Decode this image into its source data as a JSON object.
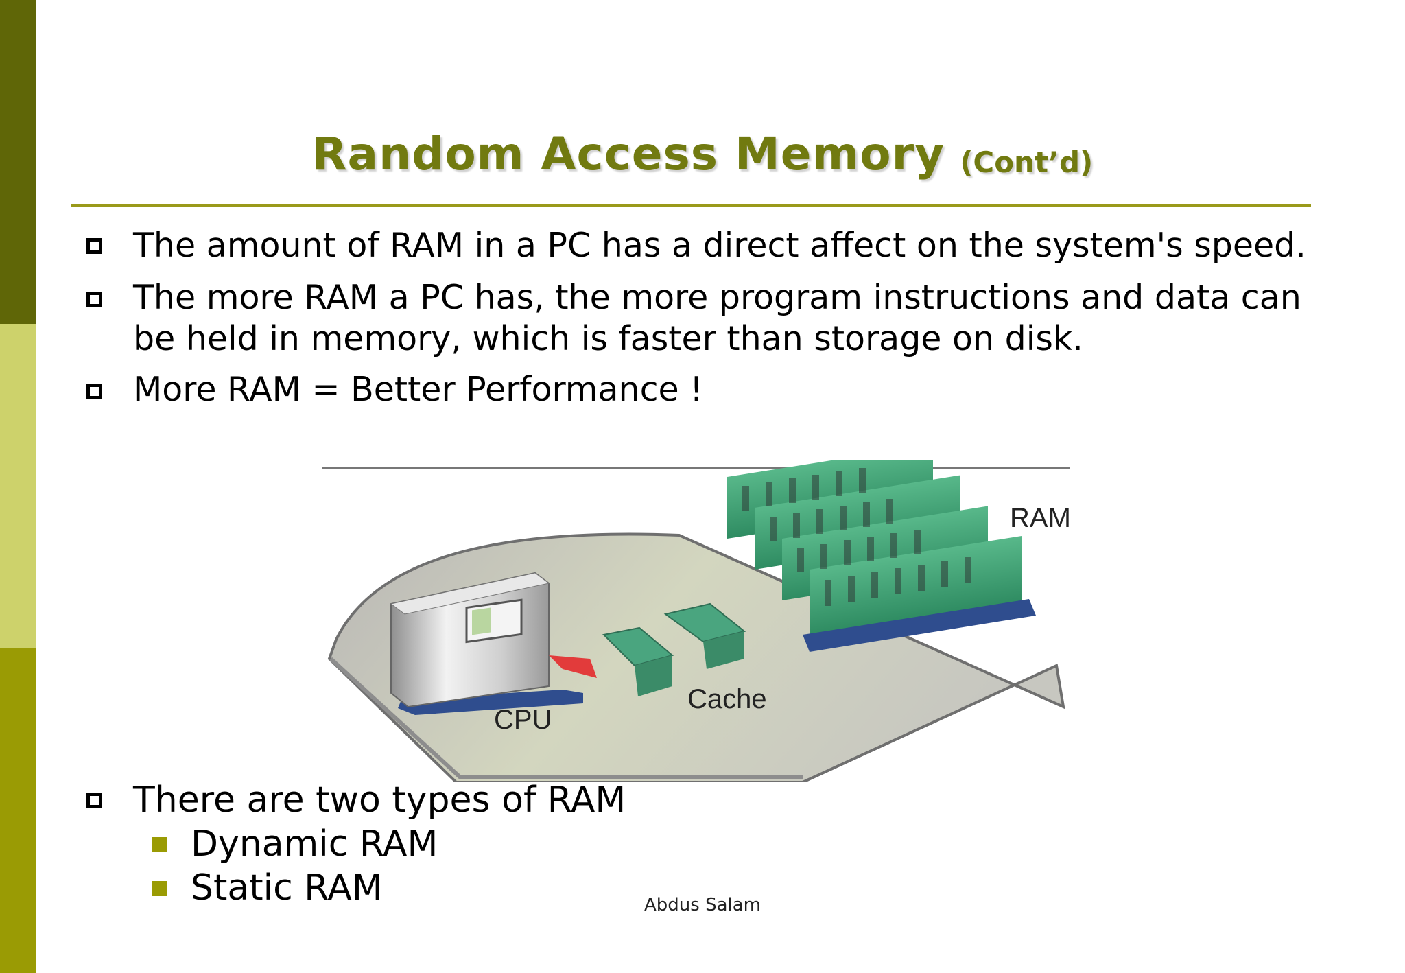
{
  "slide": {
    "title": "Random  Access  Memory",
    "title_suffix": "(Cont’d)",
    "bullets": [
      "The amount of RAM in a PC has a direct affect on the system's speed.",
      "The more RAM a PC has, the more program instructions and data can be held in memory, which is faster than storage on disk.",
      "More RAM  =  Better Performance !"
    ],
    "figure": {
      "labels": {
        "ram": "RAM",
        "cache": "Cache",
        "cpu": "CPU"
      }
    },
    "types": {
      "heading": "There are two types of RAM",
      "items": [
        "Dynamic RAM",
        "Static RAM"
      ]
    },
    "footer": "Abdus Salam"
  },
  "colors": {
    "title": "#717a10",
    "rule": "#9a9a1a",
    "band_dark": "#5f6607",
    "band_light": "#cdd26b",
    "band_olive": "#9a9b04",
    "board": "#c9c9bf",
    "ram_module": "#3f9e73"
  }
}
